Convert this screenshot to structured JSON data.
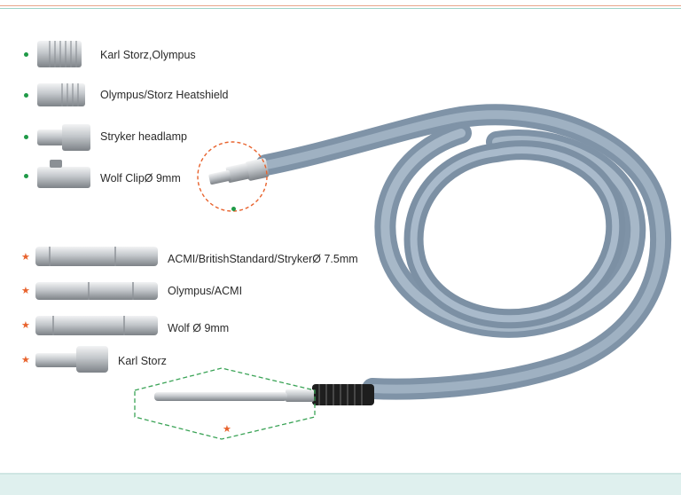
{
  "colors": {
    "green_bullet": "#1f9a47",
    "orange_star": "#e8622c",
    "cable": "#8b9fb3",
    "cable_highlight": "#aebfcf",
    "metal": "#c9cdd1",
    "orange_outline": "#e8622c",
    "green_outline": "#3aa356"
  },
  "adapters_top": [
    {
      "label": "Karl Storz,Olympus",
      "bullet": "dot"
    },
    {
      "label": "Olympus/Storz Heatshield",
      "bullet": "dot"
    },
    {
      "label": "Stryker headlamp",
      "bullet": "dot"
    },
    {
      "label": "Wolf ClipØ 9mm",
      "bullet": "dot"
    }
  ],
  "adapters_bottom": [
    {
      "label": "ACMI/BritishStandard/StrykerØ 7.5mm",
      "bullet": "★"
    },
    {
      "label": "Olympus/ACMI",
      "bullet": "★"
    },
    {
      "label": "Wolf Ø 9mm",
      "bullet": "★"
    },
    {
      "label": "Karl Storz",
      "bullet": "★"
    }
  ],
  "markers": {
    "source_end_dot": "dot",
    "scope_end_star": "★"
  }
}
